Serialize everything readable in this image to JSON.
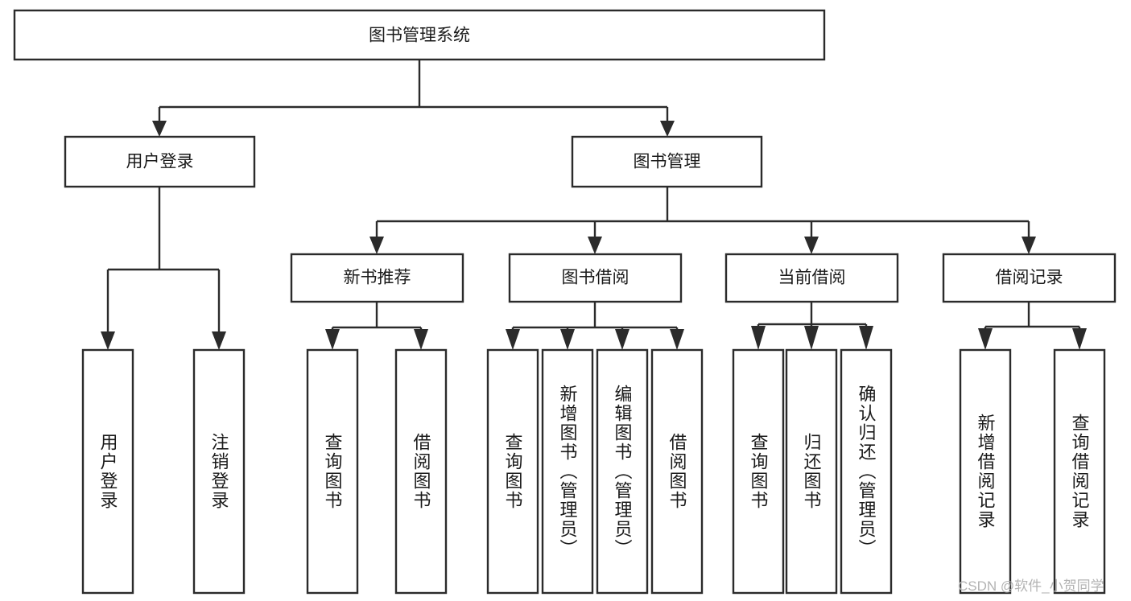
{
  "diagram": {
    "title": "图书管理系统",
    "type": "tree",
    "watermark": "CSDN @软件_小贺同学",
    "colors": {
      "stroke": "#2b2b2b",
      "box_fill": "#ffffff",
      "text": "#1a1a1a",
      "watermark": "#b3b3b3",
      "background": "#ffffff"
    },
    "nodes": {
      "root": {
        "label": "图书管理系统"
      },
      "level1": [
        {
          "id": "user-login",
          "label": "用户登录"
        },
        {
          "id": "book-management",
          "label": "图书管理"
        }
      ],
      "level2": [
        {
          "id": "new-book-recommend",
          "label": "新书推荐",
          "parent": "book-management"
        },
        {
          "id": "book-borrow",
          "label": "图书借阅",
          "parent": "book-management"
        },
        {
          "id": "current-borrow",
          "label": "当前借阅",
          "parent": "book-management"
        },
        {
          "id": "borrow-record",
          "label": "借阅记录",
          "parent": "book-management"
        }
      ],
      "leaves": [
        {
          "id": "leaf-user-login",
          "label": "用户登录",
          "parent": "user-login"
        },
        {
          "id": "leaf-logout-login",
          "label": "注销登录",
          "parent": "user-login"
        },
        {
          "id": "leaf-query-book-1",
          "label": "查询图书",
          "parent": "new-book-recommend"
        },
        {
          "id": "leaf-borrow-book-1",
          "label": "借阅图书",
          "parent": "new-book-recommend"
        },
        {
          "id": "leaf-query-book-2",
          "label": "查询图书",
          "parent": "book-borrow"
        },
        {
          "id": "leaf-add-book",
          "label": "新增图书（管理员）",
          "parent": "book-borrow"
        },
        {
          "id": "leaf-edit-book",
          "label": "编辑图书（管理员）",
          "parent": "book-borrow"
        },
        {
          "id": "leaf-borrow-book-2",
          "label": "借阅图书",
          "parent": "book-borrow"
        },
        {
          "id": "leaf-query-book-3",
          "label": "查询图书",
          "parent": "current-borrow"
        },
        {
          "id": "leaf-return-book",
          "label": "归还图书",
          "parent": "current-borrow"
        },
        {
          "id": "leaf-confirm-return",
          "label": "确认归还（管理员）",
          "parent": "current-borrow"
        },
        {
          "id": "leaf-add-record",
          "label": "新增借阅记录",
          "parent": "borrow-record"
        },
        {
          "id": "leaf-query-record",
          "label": "查询借阅记录",
          "parent": "borrow-record"
        }
      ]
    }
  }
}
